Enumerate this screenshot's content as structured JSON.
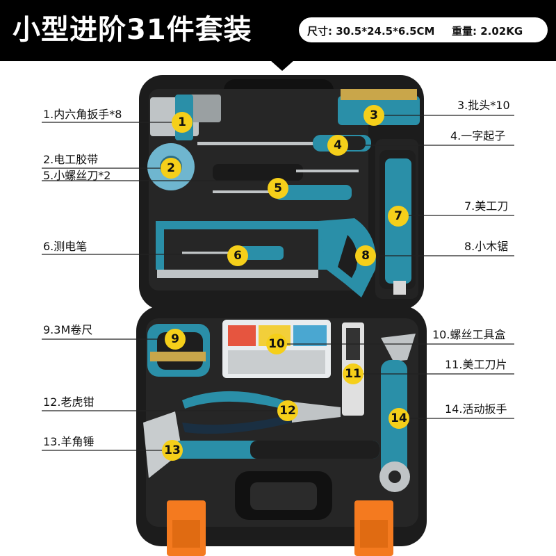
{
  "title": "小型进阶31件套装",
  "specs": {
    "size": "尺寸: 30.5*24.5*6.5CM",
    "weight": "重量: 2.02KG"
  },
  "items": [
    {
      "number": "1",
      "label": "1.内六角扳手*8"
    },
    {
      "number": "2",
      "label": "2.电工胶带"
    },
    {
      "number": "3",
      "label": "3.批头*10"
    },
    {
      "number": "4",
      "label": "4.一字起子"
    },
    {
      "number": "5",
      "label": "5.小螺丝刀*2"
    },
    {
      "number": "6",
      "label": "6.测电笔"
    },
    {
      "number": "7",
      "label": "7.美工刀"
    },
    {
      "number": "8",
      "label": "8.小木锯"
    },
    {
      "number": "9",
      "label": "9.3M卷尺"
    },
    {
      "number": "10",
      "label": "10.螺丝工具盒"
    },
    {
      "number": "11",
      "label": "11.美工刀片"
    },
    {
      "number": "12",
      "label": "12.老虎钳"
    },
    {
      "number": "13",
      "label": "13.羊角锤"
    },
    {
      "number": "14",
      "label": "14.活动扳手"
    }
  ],
  "colors": {
    "banner": "#000000",
    "case": "#1c1c1c",
    "accent_teal": "#2a8fa8",
    "badge": "#f5cf1a",
    "latch": "#f47a1f"
  }
}
